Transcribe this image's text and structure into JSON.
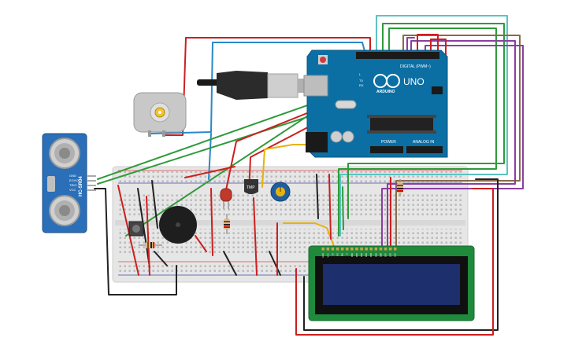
{
  "arduino": {
    "brand": "ARDUINO",
    "model": "UNO",
    "digital_label": "DIGITAL (PWM~)",
    "power_label": "POWER",
    "analog_label": "ANALOG IN",
    "tx_label": "TX",
    "rx_label": "RX",
    "l_label": "L"
  },
  "ultrasonic": {
    "model": "HC-SR04",
    "pins": [
      "GND",
      "ECHO",
      "TRIG",
      "VCC"
    ]
  },
  "temp_sensor": {
    "label": "TMP"
  },
  "lcd": {
    "pins": [
      "GND",
      "VCC",
      "V0",
      "RS",
      "RW",
      "E",
      "DB0",
      "DB1",
      "DB2",
      "DB3",
      "DB4",
      "DB5",
      "DB6",
      "DB7",
      "LED",
      "LED"
    ]
  },
  "colors": {
    "board_blue": "#0b6fa4",
    "breadboard": "#e6e6e6",
    "wire_red": "#cc1f1f",
    "wire_black": "#222222",
    "wire_green": "#2e9b3a",
    "wire_blue": "#2a88c7",
    "wire_purple": "#8a3fa0",
    "wire_teal": "#5cc3c0",
    "wire_yellow": "#e8b20c",
    "wire_brown": "#8a6a4a",
    "lcd_pcb": "#1f8a3c",
    "lcd_screen": "#1e2f6e"
  }
}
